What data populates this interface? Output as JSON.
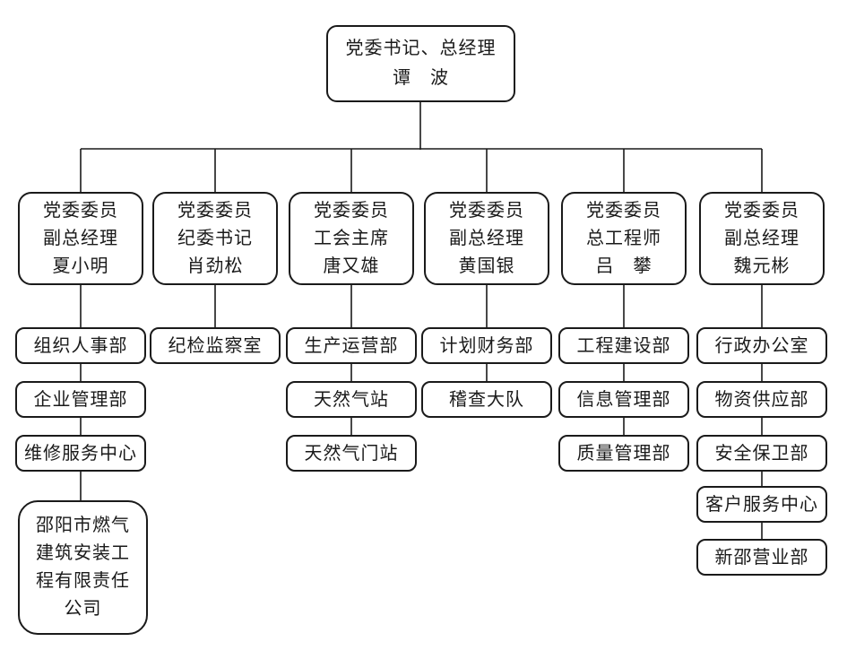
{
  "colors": {
    "line": "#1a1a1a",
    "border": "#1a1a1a",
    "background": "#ffffff",
    "text": "#1a1a1a"
  },
  "root": {
    "lines": [
      "党委书记、总经理",
      "谭　波"
    ]
  },
  "branches": [
    {
      "leader": [
        "党委委员",
        "副总经理",
        "夏小明"
      ],
      "departments": [
        "组织人事部",
        "企业管理部",
        "维修服务中心",
        "邵阳市燃气建筑安装工程有限责任公司"
      ]
    },
    {
      "leader": [
        "党委委员",
        "纪委书记",
        "肖劲松"
      ],
      "departments": [
        "纪检监察室"
      ]
    },
    {
      "leader": [
        "党委委员",
        "工会主席",
        "唐又雄"
      ],
      "departments": [
        "生产运营部",
        "天然气站",
        "天然气门站"
      ]
    },
    {
      "leader": [
        "党委委员",
        "副总经理",
        "黄国银"
      ],
      "departments": [
        "计划财务部",
        "稽查大队"
      ]
    },
    {
      "leader": [
        "党委委员",
        "总工程师",
        "吕　攀"
      ],
      "departments": [
        "工程建设部",
        "信息管理部",
        "质量管理部"
      ]
    },
    {
      "leader": [
        "党委委员",
        "副总经理",
        "魏元彬"
      ],
      "departments": [
        "行政办公室",
        "物资供应部",
        "安全保卫部",
        "客户服务中心",
        "新邵营业部"
      ]
    }
  ]
}
